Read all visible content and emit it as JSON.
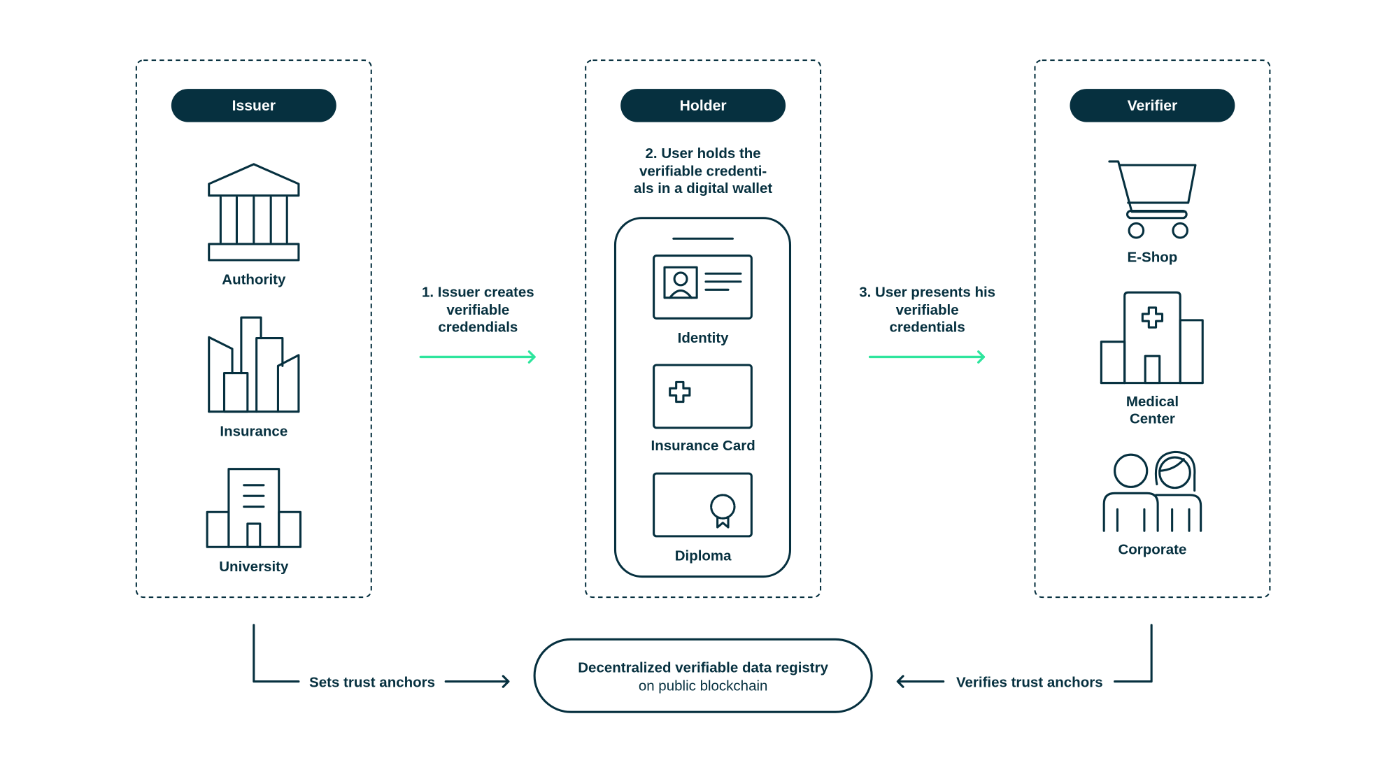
{
  "colors": {
    "primary": "#06303f",
    "accent": "#2ee59d",
    "background": "#ffffff"
  },
  "issuer": {
    "title": "Issuer",
    "items": [
      {
        "label": "Authority",
        "icon": "bank-building-icon"
      },
      {
        "label": "Insurance",
        "icon": "city-buildings-icon"
      },
      {
        "label": "University",
        "icon": "university-building-icon"
      }
    ]
  },
  "step1": {
    "lines": [
      "1. Issuer creates",
      "verifiable",
      "credendials"
    ]
  },
  "holder": {
    "title": "Holder",
    "caption": [
      "2. User holds the",
      "verifiable credenti-",
      "als in a digital wallet"
    ],
    "cards": [
      {
        "label": "Identity",
        "icon": "id-card-icon"
      },
      {
        "label": "Insurance Card",
        "icon": "medical-cross-card-icon"
      },
      {
        "label": "Diploma",
        "icon": "certificate-seal-icon"
      }
    ]
  },
  "step3": {
    "lines": [
      "3. User presents his",
      "verifiable",
      "credentials"
    ]
  },
  "verifier": {
    "title": "Verifier",
    "items": [
      {
        "label": "E-Shop",
        "icon": "shopping-cart-icon"
      },
      {
        "label": [
          "Medical",
          "Center"
        ],
        "icon": "hospital-icon"
      },
      {
        "label": "Corporate",
        "icon": "people-icon"
      }
    ]
  },
  "registry": {
    "line1": "Decentralized verifiable data registry",
    "line2": "on public blockchain"
  },
  "bottom": {
    "left_label": "Sets trust anchors",
    "right_label": "Verifies trust anchors"
  }
}
